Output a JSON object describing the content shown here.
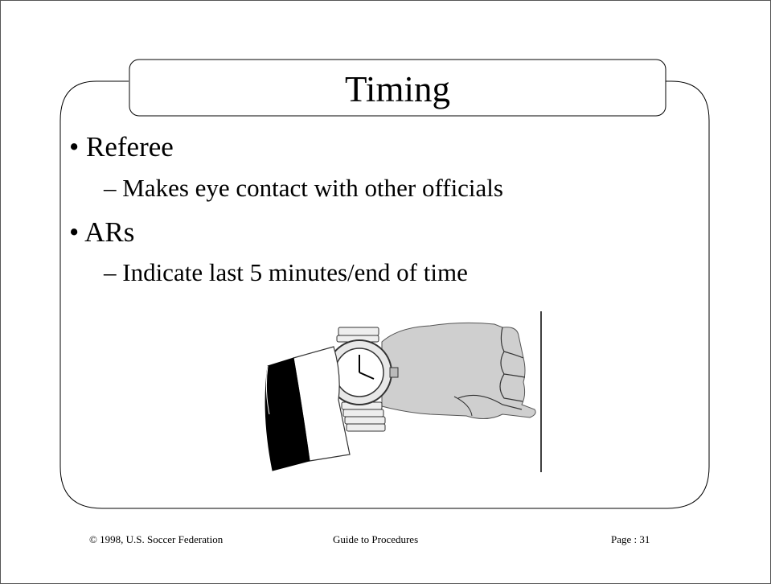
{
  "slide": {
    "title": "Timing",
    "bullets": [
      {
        "label": "Referee",
        "sub": "Makes eye contact with other officials"
      },
      {
        "label": "ARs",
        "sub": "Indicate last 5 minutes/end of time"
      }
    ],
    "bullet_mark": "•",
    "sub_mark": "–"
  },
  "illustration": {
    "icon": "wristwatch-hand-icon",
    "description_colors": {
      "hand": "#cfcfcf",
      "sleeve": "#000000",
      "cuff": "#ffffff"
    }
  },
  "footer": {
    "copyright": "© 1998, U.S. Soccer Federation",
    "guide": "Guide to Procedures",
    "page": "Page : 31"
  }
}
